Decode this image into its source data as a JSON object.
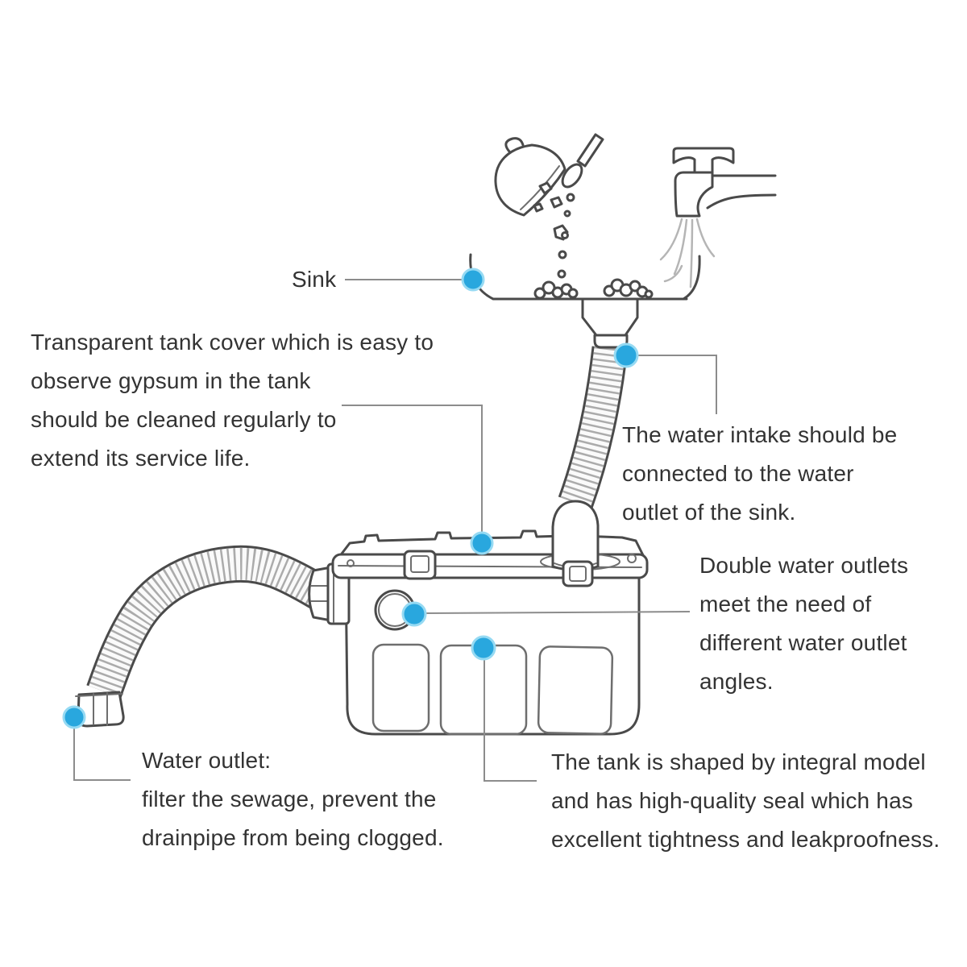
{
  "colors": {
    "background": "#ffffff",
    "text_color": "#333333",
    "line_color": "#8c8c8c",
    "outline_color": "#4a4a4a",
    "detail_color": "#6e6e6e",
    "marker_color": "#29a7de",
    "marker_halo": "#96daf3",
    "hose_ring": "#ababab",
    "water_color": "#b5b5b5"
  },
  "annotations": {
    "sink": "Sink",
    "tank_cover": "Transparent tank cover which is easy to\nobserve gypsum in the tank\nshould be cleaned regularly to\nextend its service life.",
    "water_intake": "The water intake should be\nconnected to the water\noutlet of the sink.",
    "double_outlets": "Double water outlets\nmeet the need of\ndifferent water outlet\nangles.",
    "water_outlet": "Water outlet:\nfilter the sewage, prevent the\ndrainpipe from being clogged.",
    "tank_seal": "The tank is shaped by integral model\nand has high-quality seal which has\nexcellent tightness and leakproofness."
  },
  "figure_parts": [
    "sink-basin",
    "faucet",
    "bowl",
    "cleaning-brush",
    "food-scraps",
    "sink-drain",
    "inlet-hose",
    "tank",
    "transparent-tank-cover",
    "side-water-outlet",
    "outlet-hose",
    "water-outlet-fitting"
  ]
}
